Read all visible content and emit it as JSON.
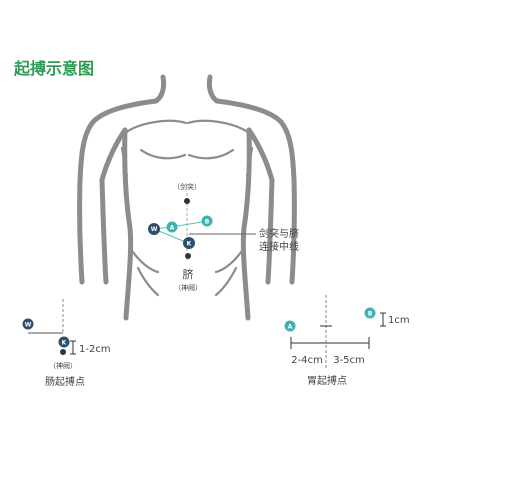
{
  "title": "起搏示意图",
  "colors": {
    "title": "#2f9a54",
    "body_outline": "#8c8c8c",
    "marker_teal": "#3fb3b1",
    "marker_navy": "#2d4f6b",
    "line_teal": "#5cc1bf",
    "dot": "#333333",
    "text": "#444444"
  },
  "markers": {
    "A": "A",
    "B": "B",
    "W": "W",
    "K": "K"
  },
  "torso": {
    "xiphoid_label": "（剑突）",
    "navel_label": "脐",
    "navel_sub": "（神阙）",
    "midline_label_1": "剑突与脐",
    "midline_label_2": "连接中线"
  },
  "intestinal": {
    "distance": "1-2cm",
    "navel_sub": "（神阙）",
    "caption": "肠起搏点"
  },
  "gastric": {
    "left_distance": "2-4cm",
    "right_distance": "3-5cm",
    "vertical_distance": "1cm",
    "caption": "胃起搏点"
  }
}
